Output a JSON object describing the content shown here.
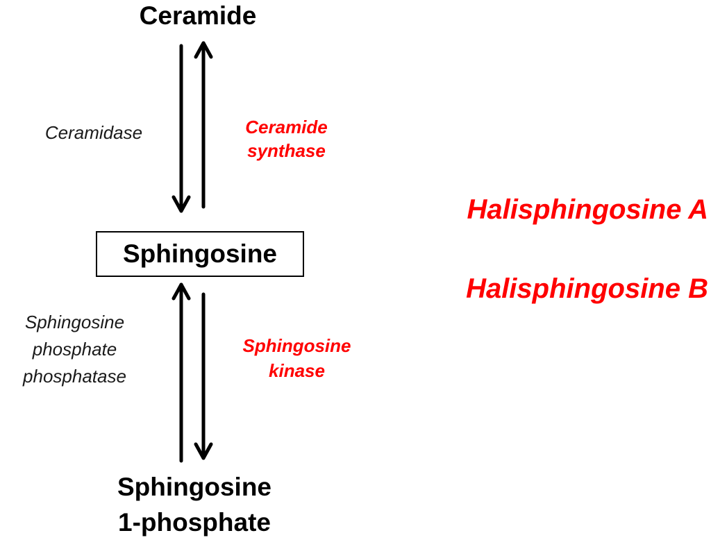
{
  "nodes": {
    "ceramide": "Ceramide",
    "sphingosine": "Sphingosine",
    "s1p_line1": "Sphingosine",
    "s1p_line2": "1-phosphate"
  },
  "enzymes": {
    "ceramidase": "Ceramidase",
    "ceramide_synthase_line1": "Ceramide",
    "ceramide_synthase_line2": "synthase",
    "spp_line1": "Sphingosine",
    "spp_line2": "phosphate",
    "spp_line3": "phosphatase",
    "sphingosine_kinase_line1": "Sphingosine",
    "sphingosine_kinase_line2": "kinase"
  },
  "inhibitors": {
    "a": "Halisphingosine A",
    "b": "Halisphingosine B"
  },
  "colors": {
    "node_text": "#000000",
    "arrow": "#000000",
    "enzyme_plain": "#1a1a1a",
    "highlight_red": "#ff0000"
  }
}
